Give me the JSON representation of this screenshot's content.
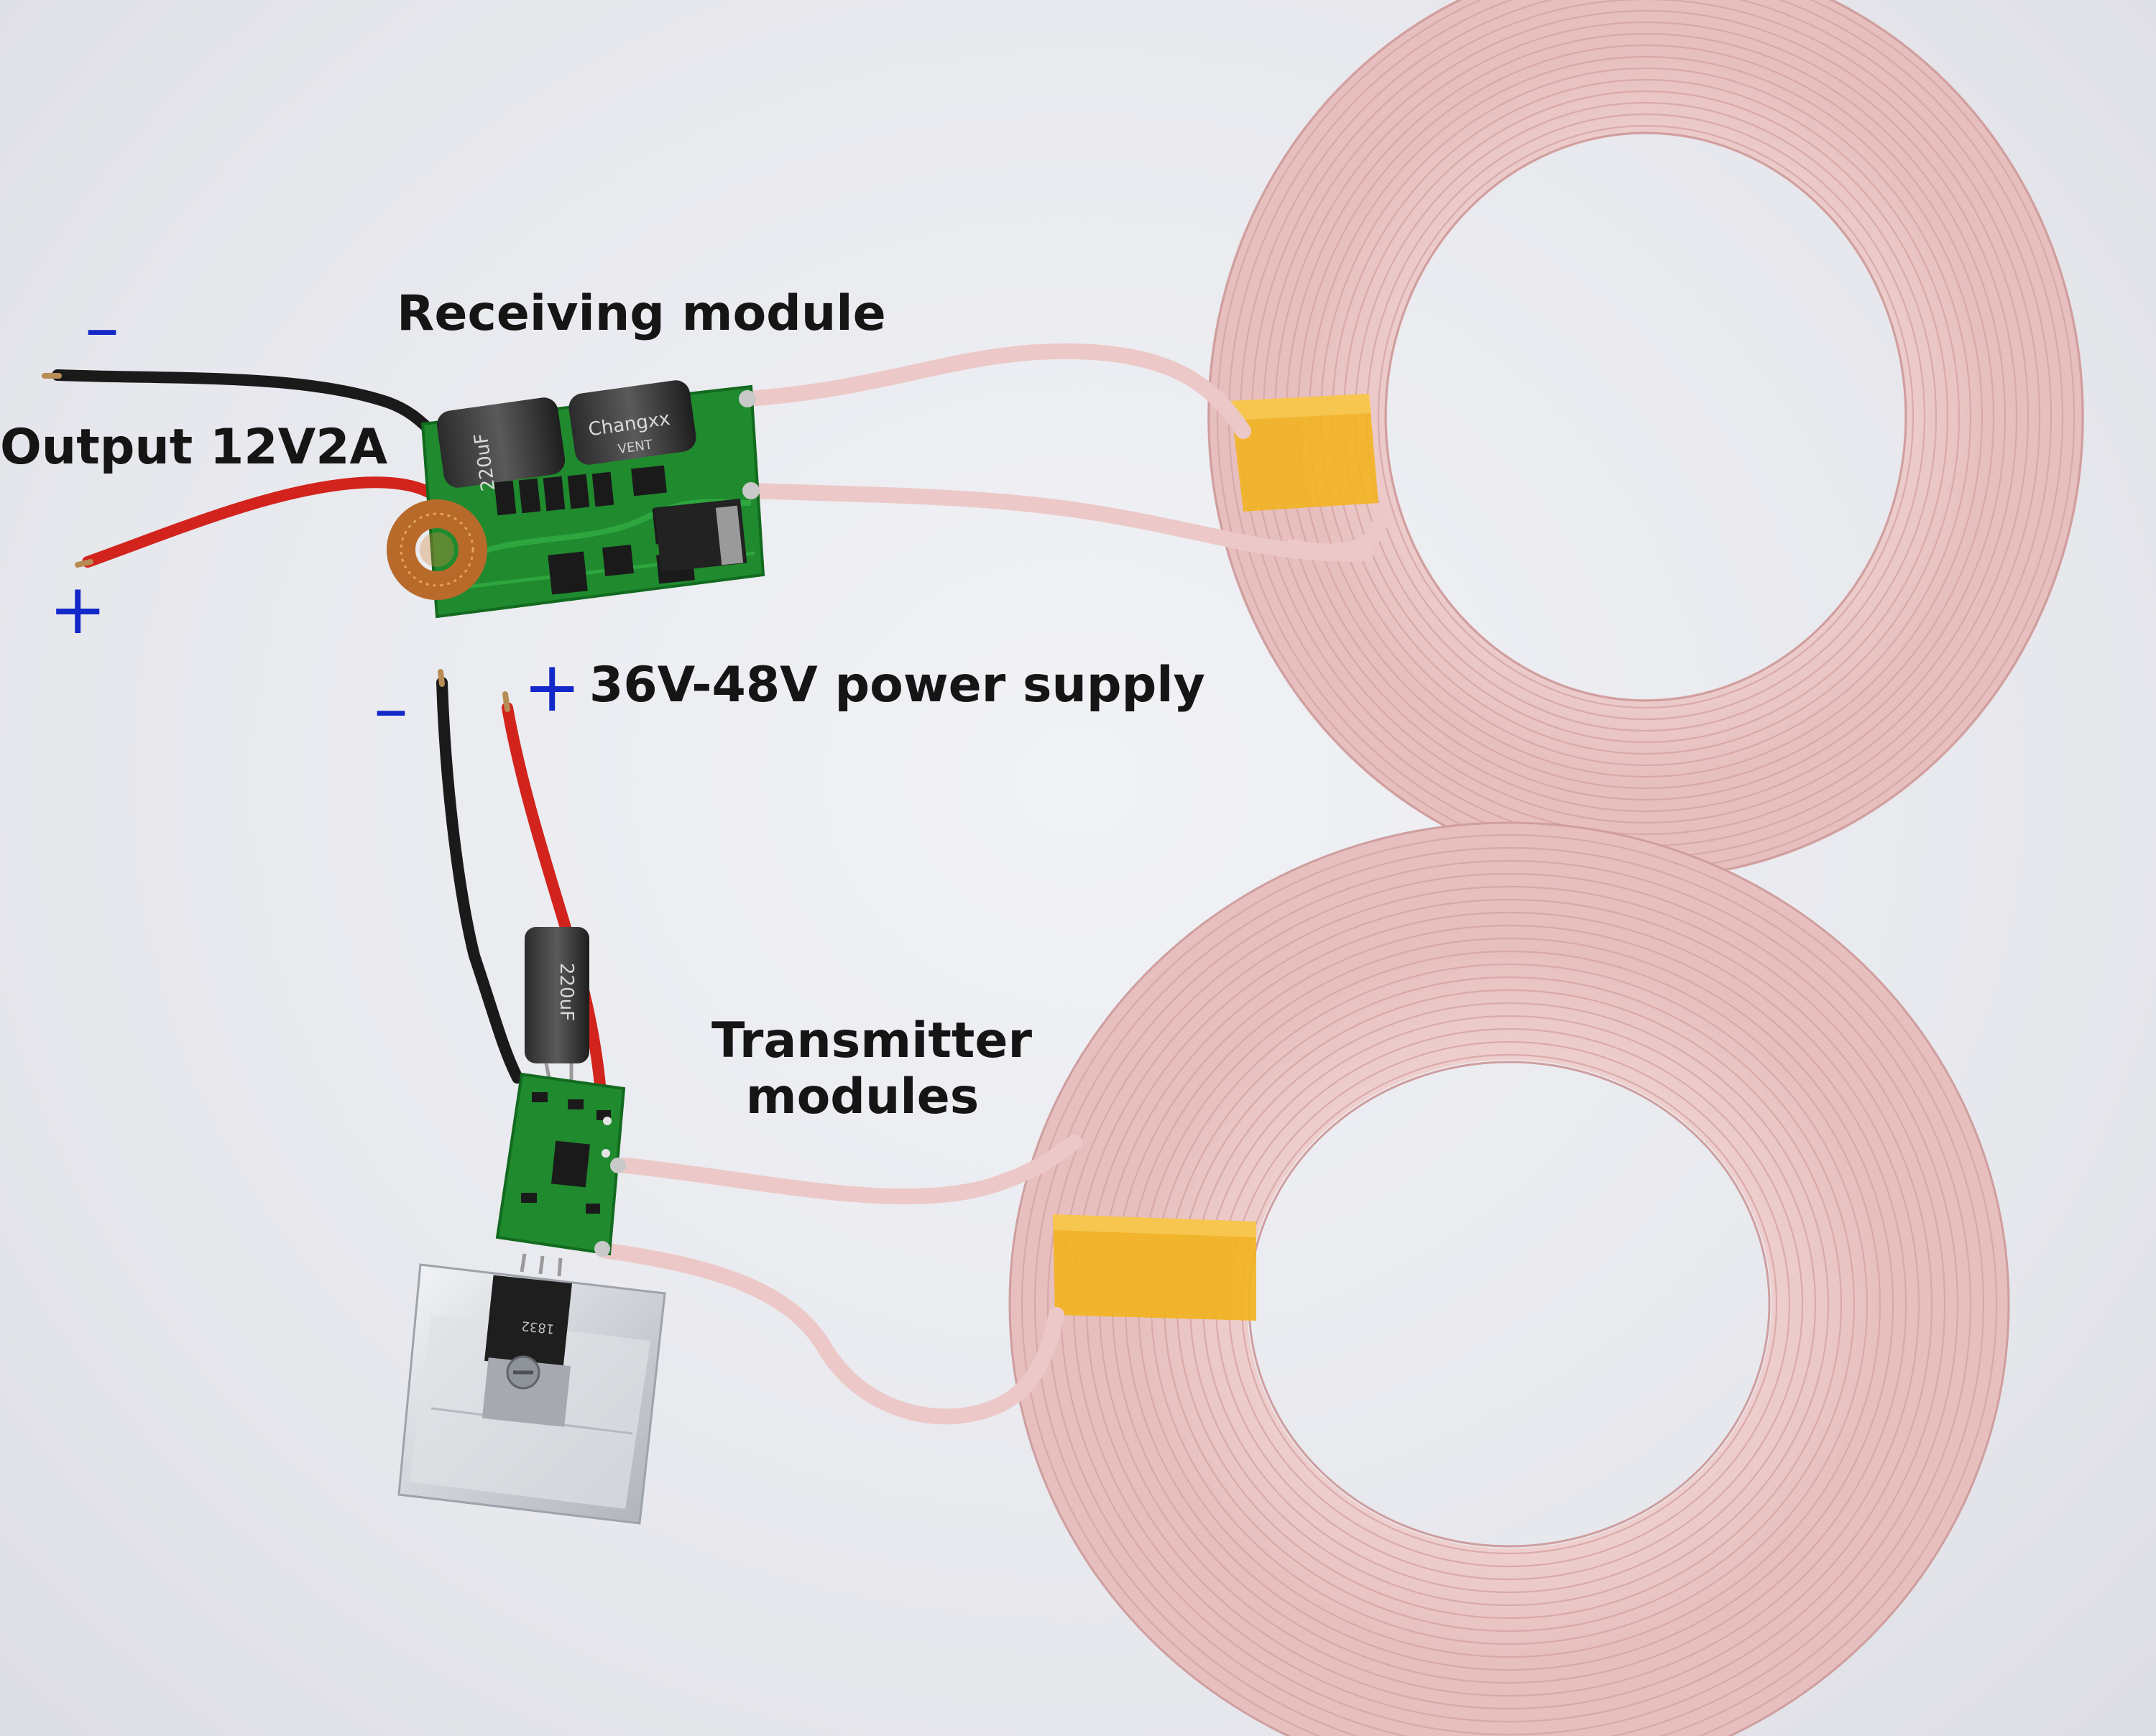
{
  "labels": {
    "receiving": "Receiving module",
    "output": "Output 12V2A",
    "supply": "36V-48V power supply",
    "transmitter": "Transmitter\nmodules"
  },
  "polarity": {
    "minus": "–",
    "plus": "+"
  },
  "components": {
    "receiver_capacitor_left": "220uF",
    "receiver_capacitor_right": "Changxx",
    "receiver_capacitor_brand": "VENT",
    "transmitter_capacitor": "220uF",
    "mosfet_marking": "1832"
  },
  "colors": {
    "background": "#e9eaef",
    "coil_wire": "#ecc9c8",
    "coil_stripe": "#d9a9aa",
    "pcb": "#1f8a2e",
    "tape": "#f2b31c",
    "wire_red": "#d2231c",
    "wire_black": "#1a1a1a",
    "sign_blue": "#1228c9",
    "heatsink": "#d9dbe0"
  }
}
